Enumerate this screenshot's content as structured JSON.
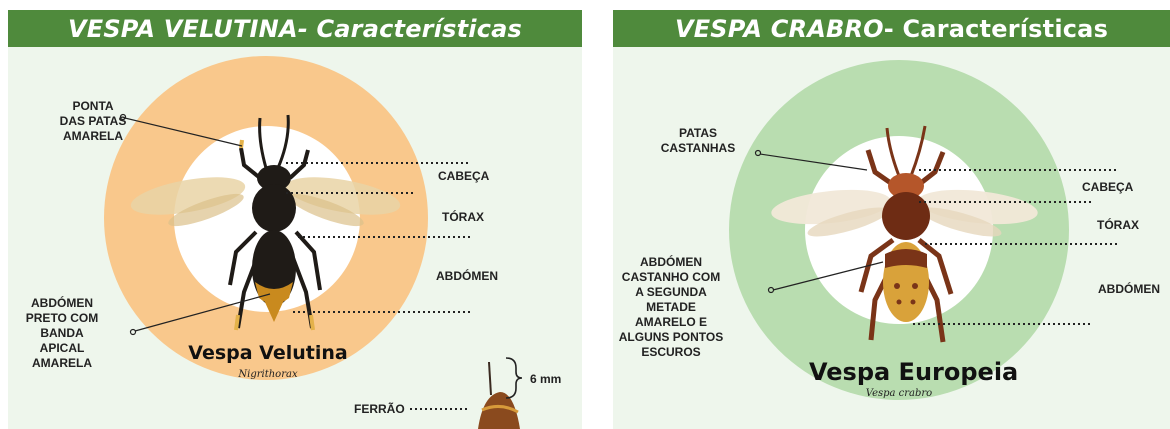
{
  "left": {
    "title_species": "VESPA VELUTINA",
    "title_rest": " - Características",
    "accent": "#f9c88c",
    "labels": {
      "legs": "PONTA\nDAS PATAS\nAMARELA",
      "abdomen_desc": "ABDÓMEN\nPRETO COM\nBANDA\nAPICAL\nAMARELA",
      "head": "CABEÇA",
      "thorax": "TÓRAX",
      "abdomen": "ABDÓMEN",
      "sting": "FERRÃO",
      "size": "6 mm"
    },
    "species_name": "Vespa Velutina",
    "species_sci": "Nigrithorax"
  },
  "right": {
    "title_species": "VESPA CRABRO",
    "title_rest": " - Características",
    "accent": "#b9ddb0",
    "labels": {
      "legs": "PATAS\nCASTANHAS",
      "abdomen_desc": "ABDÓMEN\nCASTANHO COM\nA SEGUNDA\nMETADE\nAMARELO E\nALGUNS PONTOS\nESCUROS",
      "head": "CABEÇA",
      "thorax": "TÓRAX",
      "abdomen": "ABDÓMEN"
    },
    "species_name": "Vespa Europeia",
    "species_sci": "Vespa crabro"
  },
  "colors": {
    "title_green": "#4f8a3c",
    "velutina_body": "#1f1b17",
    "velutina_band": "#c98a1e",
    "crabro_body": "#7a3418",
    "crabro_yellow": "#d9a23a"
  }
}
